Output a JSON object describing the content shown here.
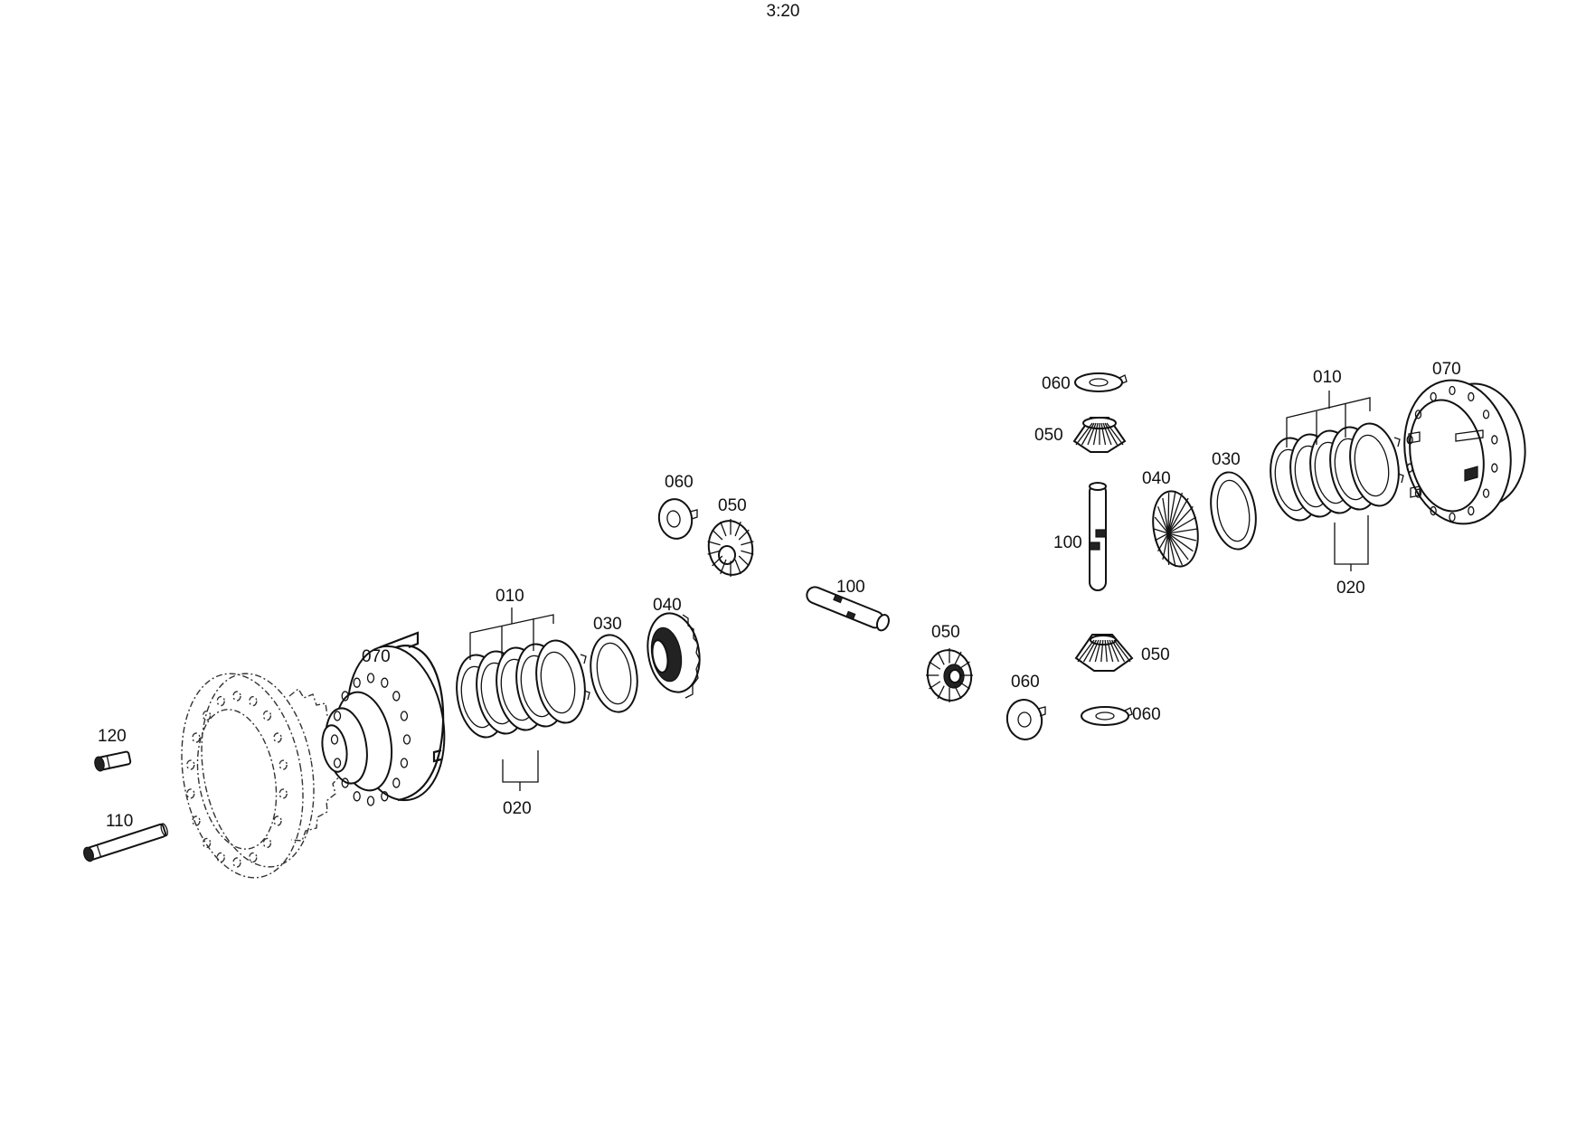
{
  "header": {
    "scale": "3:20"
  },
  "labels": {
    "l120": "120",
    "l110": "110",
    "l070a": "070",
    "l010a": "010",
    "l020a": "020",
    "l030a": "030",
    "l040a": "040",
    "l060a": "060",
    "l050a": "050",
    "l100a": "100",
    "l050b": "050",
    "l060b": "060",
    "l060c": "060",
    "l050c": "050",
    "l050d": "050",
    "l060d": "060",
    "l100b": "100",
    "l040b": "040",
    "l030b": "030",
    "l010b": "010",
    "l020b": "020",
    "l070b": "070"
  }
}
